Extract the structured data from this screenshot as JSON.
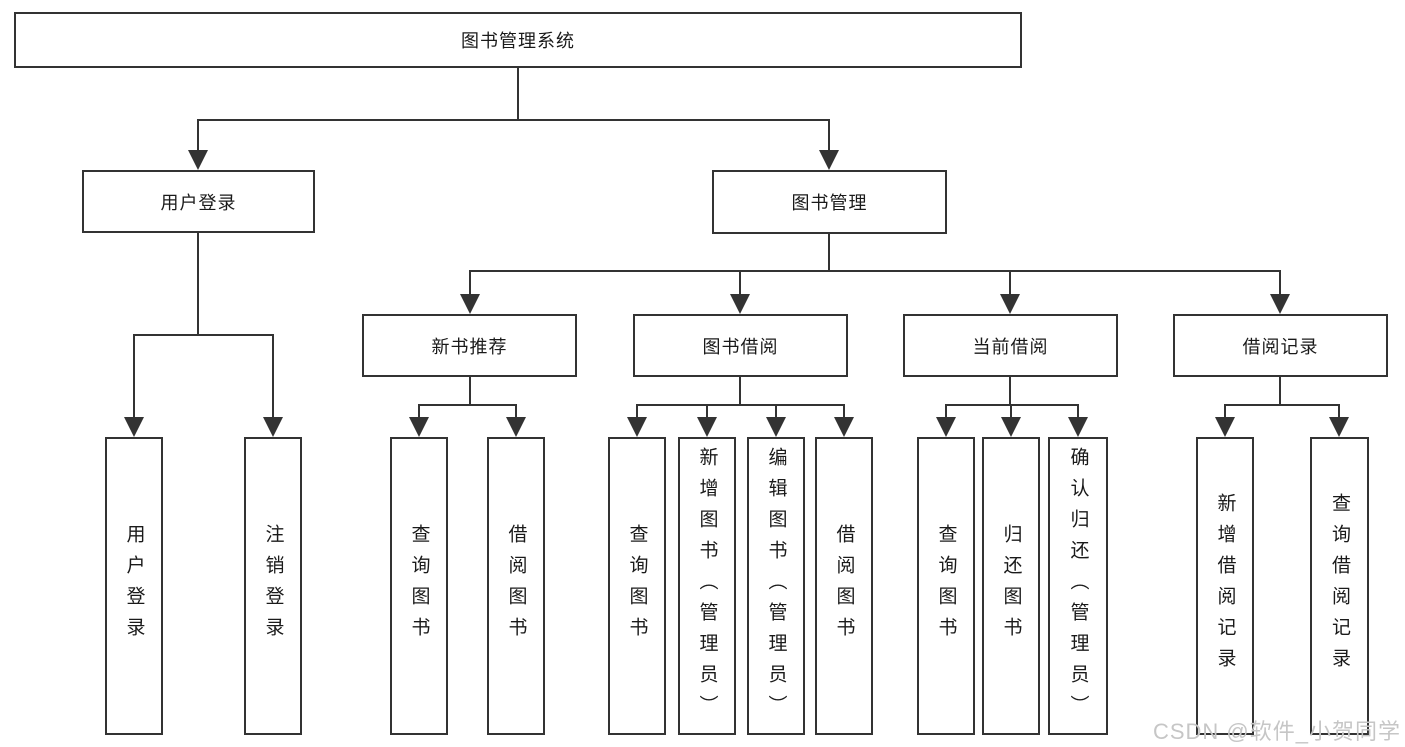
{
  "tree": {
    "label": "图书管理系统",
    "children": [
      {
        "label": "用户登录",
        "children": [
          {
            "label": "用户登录"
          },
          {
            "label": "注销登录"
          }
        ]
      },
      {
        "label": "图书管理",
        "children": [
          {
            "label": "新书推荐",
            "children": [
              {
                "label": "查询图书"
              },
              {
                "label": "借阅图书"
              }
            ]
          },
          {
            "label": "图书借阅",
            "children": [
              {
                "label": "查询图书"
              },
              {
                "label": "新增图书（管理员）"
              },
              {
                "label": "编辑图书（管理员）"
              },
              {
                "label": "借阅图书"
              }
            ]
          },
          {
            "label": "当前借阅",
            "children": [
              {
                "label": "查询图书"
              },
              {
                "label": "归还图书"
              },
              {
                "label": "确认归还（管理员）"
              }
            ]
          },
          {
            "label": "借阅记录",
            "children": [
              {
                "label": "新增借阅记录"
              },
              {
                "label": "查询借阅记录"
              }
            ]
          }
        ]
      }
    ]
  },
  "watermark": {
    "text": "CSDN @软件_小贺同学"
  },
  "colors": {
    "line": "#333333",
    "box_border": "#333333",
    "box_fill": "#ffffff",
    "text": "#1a1a1a",
    "watermark": "#c6c6c6",
    "background": "#ffffff"
  }
}
